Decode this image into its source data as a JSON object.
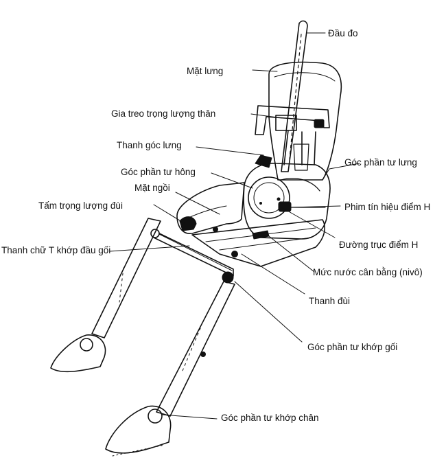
{
  "labels": {
    "measuring_head": "Đầu đo",
    "back_pan": "Mặt lưng",
    "torso_weight_hanger": "Gia treo trọng lượng thân",
    "back_angle_bar": "Thanh góc lưng",
    "hip_angle_quadrant": "Góc phần tư hông",
    "seat_pan": "Mặt ngồi",
    "thigh_weight_pad": "Tấm trọng lượng đùi",
    "knee_t_bar": "Thanh chữ T khớp đầu gối",
    "back_angle_quadrant": "Góc phần tư lưng",
    "h_point_sight_button": "Phim tín hiệu điểm H",
    "h_point_pivot": "Đường trục điểm H",
    "level": "Mức nước cân bằng (nivô)",
    "thigh_bar": "Thanh đùi",
    "knee_angle_quadrant": "Góc phần tư khớp gối",
    "ankle_angle_quadrant": "Góc phần tư khớp chân"
  },
  "colors": {
    "ink": "#111111",
    "background": "#ffffff"
  }
}
